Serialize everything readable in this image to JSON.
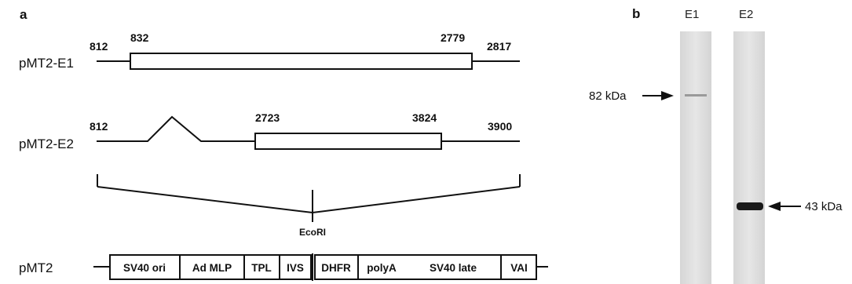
{
  "panel_a": {
    "letter": "a",
    "constructs": [
      {
        "name": "pMT2-E1",
        "start": "812",
        "box_start": "832",
        "box_end": "2779",
        "end": "2817"
      },
      {
        "name": "pMT2-E2",
        "start": "812",
        "box_start": "2723",
        "box_end": "3824",
        "end": "3900"
      }
    ],
    "site_label": "EcoRI",
    "vector": {
      "name": "pMT2",
      "segments": [
        "SV40 ori",
        "Ad MLP",
        "TPL",
        "IVS",
        "DHFR",
        "polyA",
        "SV40 late",
        "VAI"
      ]
    }
  },
  "panel_b": {
    "letter": "b",
    "lanes": [
      "E1",
      "E2"
    ],
    "markers": [
      {
        "label": "82 kDa",
        "lane": "E1"
      },
      {
        "label": "43 kDa",
        "lane": "E2"
      }
    ]
  }
}
